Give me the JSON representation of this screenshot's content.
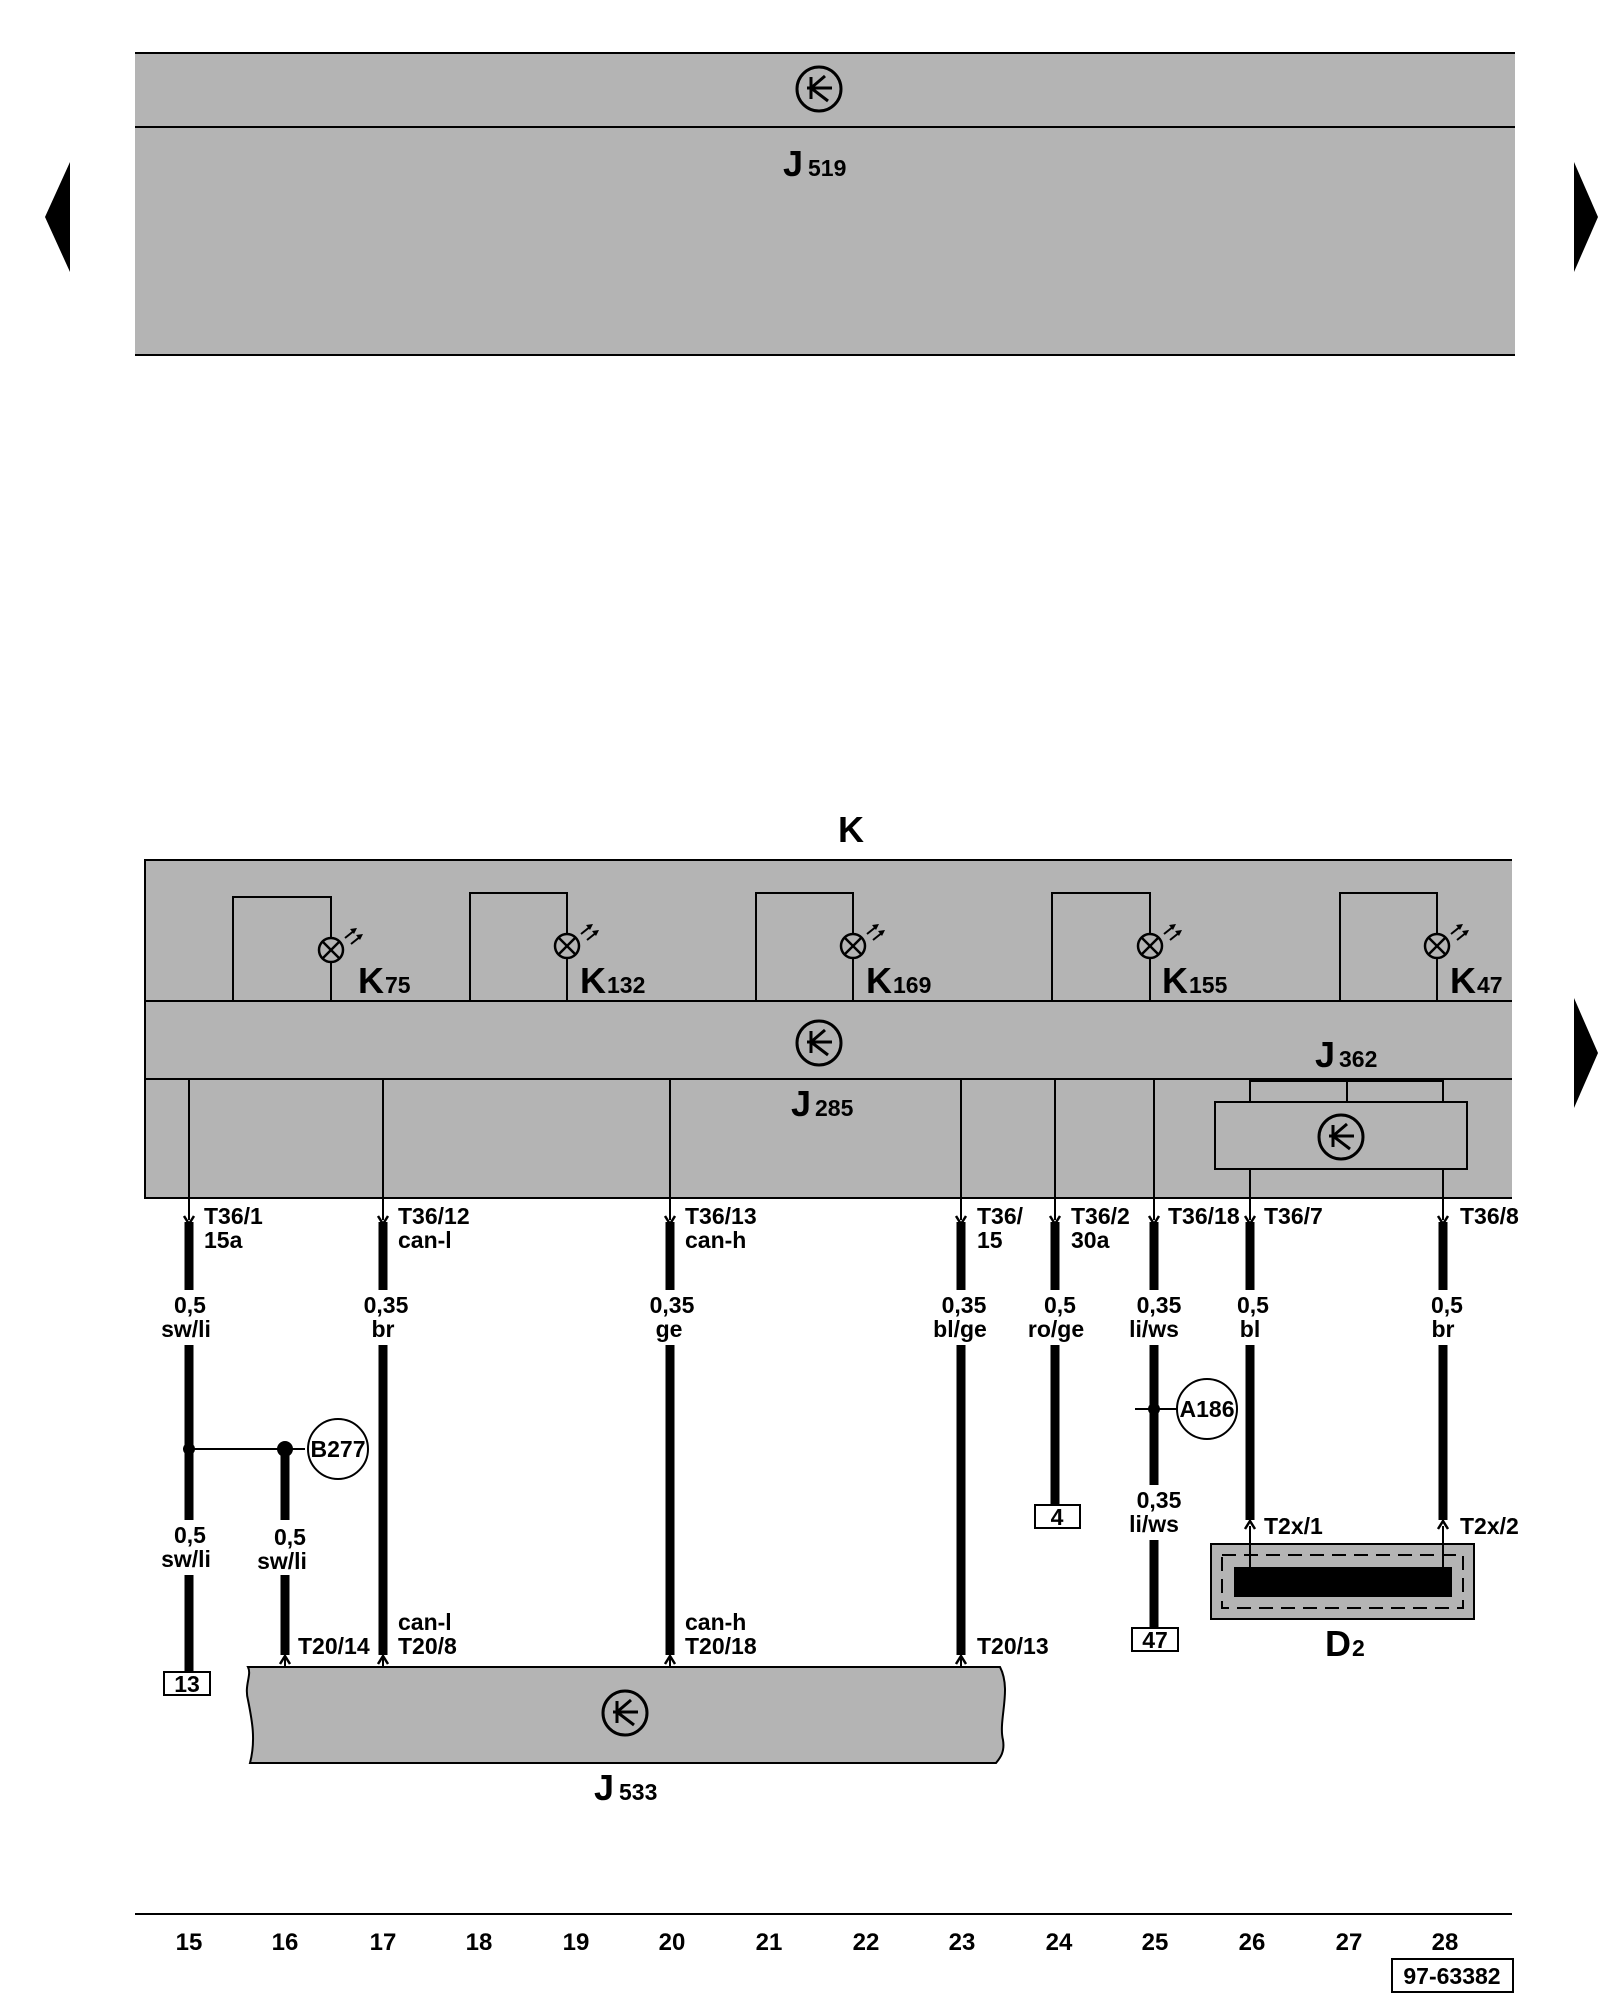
{
  "modules": {
    "j519": {
      "letter": "J",
      "sub": "519"
    },
    "k": {
      "letter": "K"
    },
    "j285": {
      "letter": "J",
      "sub": "285"
    },
    "j362": {
      "letter": "J",
      "sub": "362"
    },
    "j533": {
      "letter": "J",
      "sub": "533"
    },
    "d2": {
      "letter": "D",
      "sub": "2"
    }
  },
  "lamps": [
    {
      "letter": "K",
      "sub": "75"
    },
    {
      "letter": "K",
      "sub": "132"
    },
    {
      "letter": "K",
      "sub": "169"
    },
    {
      "letter": "K",
      "sub": "155"
    },
    {
      "letter": "K",
      "sub": "47"
    }
  ],
  "pins": {
    "t36_1": "T36/1",
    "t36_1_sig": "15a",
    "t36_12": "T36/12",
    "t36_12_sig": "can-l",
    "t36_13": "T36/13",
    "t36_13_sig": "can-h",
    "t36_15a": "T36/",
    "t36_15b": "15",
    "t36_2": "T36/2",
    "t36_2_sig": "30a",
    "t36_18": "T36/18",
    "t36_7": "T36/7",
    "t36_8": "T36/8",
    "t20_14": "T20/14",
    "t20_8_sig": "can-l",
    "t20_8": "T20/8",
    "t20_18_sig": "can-h",
    "t20_18": "T20/18",
    "t20_13": "T20/13",
    "t2x_1": "T2x/1",
    "t2x_2": "T2x/2"
  },
  "wires": {
    "w15_top": {
      "size": "0,5",
      "color": "sw/li"
    },
    "w15_bot": {
      "size": "0,5",
      "color": "sw/li"
    },
    "w16": {
      "size": "0,5",
      "color": "sw/li"
    },
    "w17": {
      "size": "0,35",
      "color": "br"
    },
    "w20": {
      "size": "0,35",
      "color": "ge"
    },
    "w23": {
      "size": "0,35",
      "color": "bl/ge"
    },
    "w24": {
      "size": "0,5",
      "color": "ro/ge"
    },
    "w25_top": {
      "size": "0,35",
      "color": "li/ws"
    },
    "w25_bot": {
      "size": "0,35",
      "color": "li/ws"
    },
    "w26": {
      "size": "0,5",
      "color": "bl"
    },
    "w28": {
      "size": "0,5",
      "color": "br"
    }
  },
  "connections": {
    "b277": "B277",
    "a186": "A186"
  },
  "refs": {
    "r13": "13",
    "r4": "4",
    "r47": "47"
  },
  "columns": [
    "15",
    "16",
    "17",
    "18",
    "19",
    "20",
    "21",
    "22",
    "23",
    "24",
    "25",
    "26",
    "27",
    "28"
  ],
  "doc_id": "97-63382",
  "colors": {
    "module_fill": "#b4b4b4",
    "line": "#000000"
  }
}
